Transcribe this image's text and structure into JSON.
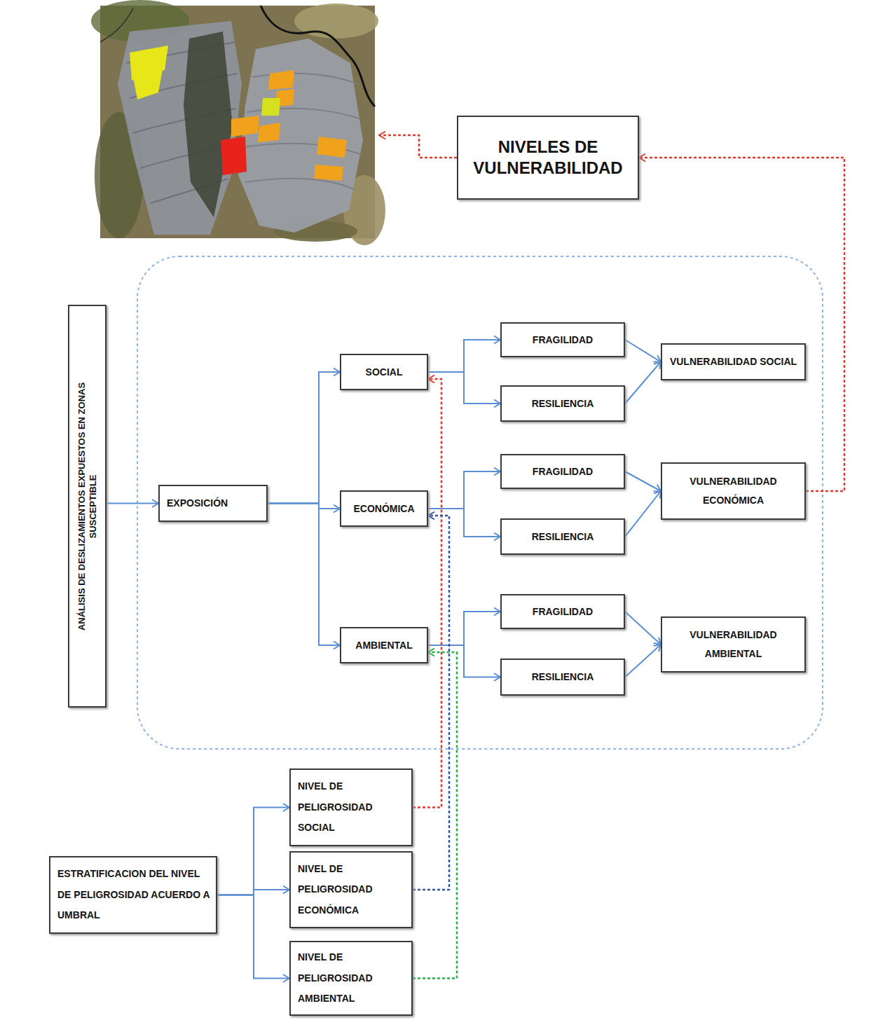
{
  "diagram": {
    "nodes": [
      {
        "text": [
          "NIVELES DE VULNERABILIDAD"
        ]
      },
      {
        "text": [
          "ANÁLISIS DE DESLIZAMIENTOS EXPUESTOS EN ZONAS SUSCEPTIBLE"
        ]
      },
      {
        "text": [
          "EXPOSICIÓN"
        ]
      },
      {
        "text": [
          "SOCIAL"
        ]
      },
      {
        "text": [
          "ECONÓMICA"
        ]
      },
      {
        "text": [
          "AMBIENTAL"
        ]
      },
      {
        "text": [
          "FRAGILIDAD"
        ]
      },
      {
        "text": [
          "RESILIENCIA"
        ]
      },
      {
        "text": [
          "FRAGILIDAD"
        ]
      },
      {
        "text": [
          "RESILIENCIA"
        ]
      },
      {
        "text": [
          "FRAGILIDAD"
        ]
      },
      {
        "text": [
          "RESILIENCIA"
        ]
      },
      {
        "text": [
          "VULNERABILIDAD SOCIAL"
        ]
      },
      {
        "text": [
          "VULNERABILIDAD ECONÓMICA"
        ]
      },
      {
        "text": [
          "VULNERABILIDAD AMBIENTAL"
        ]
      },
      {
        "text": [
          "NIVEL DE PELIGROSIDAD SOCIAL"
        ]
      },
      {
        "text": [
          "NIVEL DE PELIGROSIDAD ECONÓMICA"
        ]
      },
      {
        "text": [
          "NIVEL DE PELIGROSIDAD AMBIENTAL"
        ]
      },
      {
        "text": [
          "ESTRATIFICACION DEL NIVEL DE PELIGROSIDAD ACUERDO A UMBRAL"
        ]
      }
    ],
    "edges": [
      {
        "from": 1,
        "to": 2,
        "arrow": "to"
      },
      {
        "from": 2,
        "to": 3,
        "arrow": "to"
      },
      {
        "from": 2,
        "to": 4,
        "arrow": "to"
      },
      {
        "from": 2,
        "to": 5,
        "arrow": "to"
      },
      {
        "from": 3,
        "to": 6,
        "arrow": "to"
      },
      {
        "from": 3,
        "to": 7,
        "arrow": "to"
      },
      {
        "from": 4,
        "to": 8,
        "arrow": "to"
      },
      {
        "from": 4,
        "to": 9,
        "arrow": "to"
      },
      {
        "from": 5,
        "to": 10,
        "arrow": "to"
      },
      {
        "from": 5,
        "to": 11,
        "arrow": "to"
      },
      {
        "from": 6,
        "to": 12,
        "arrow": "to"
      },
      {
        "from": 7,
        "to": 12,
        "arrow": "to"
      },
      {
        "from": 8,
        "to": 13,
        "arrow": "to"
      },
      {
        "from": 9,
        "to": 13,
        "arrow": "to"
      },
      {
        "from": 10,
        "to": 14,
        "arrow": "to"
      },
      {
        "from": 11,
        "to": 14,
        "arrow": "to"
      },
      {
        "from": 13,
        "to": 0,
        "arrow": "to"
      },
      {
        "from": 18,
        "to": 15,
        "arrow": "to"
      },
      {
        "from": 18,
        "to": 16,
        "arrow": "to"
      },
      {
        "from": 18,
        "to": 17,
        "arrow": "to"
      },
      {
        "from": 15,
        "to": 3,
        "arrow": "to"
      },
      {
        "from": 16,
        "to": 4,
        "arrow": "to"
      },
      {
        "from": 17,
        "to": 5,
        "arrow": "to"
      }
    ]
  }
}
